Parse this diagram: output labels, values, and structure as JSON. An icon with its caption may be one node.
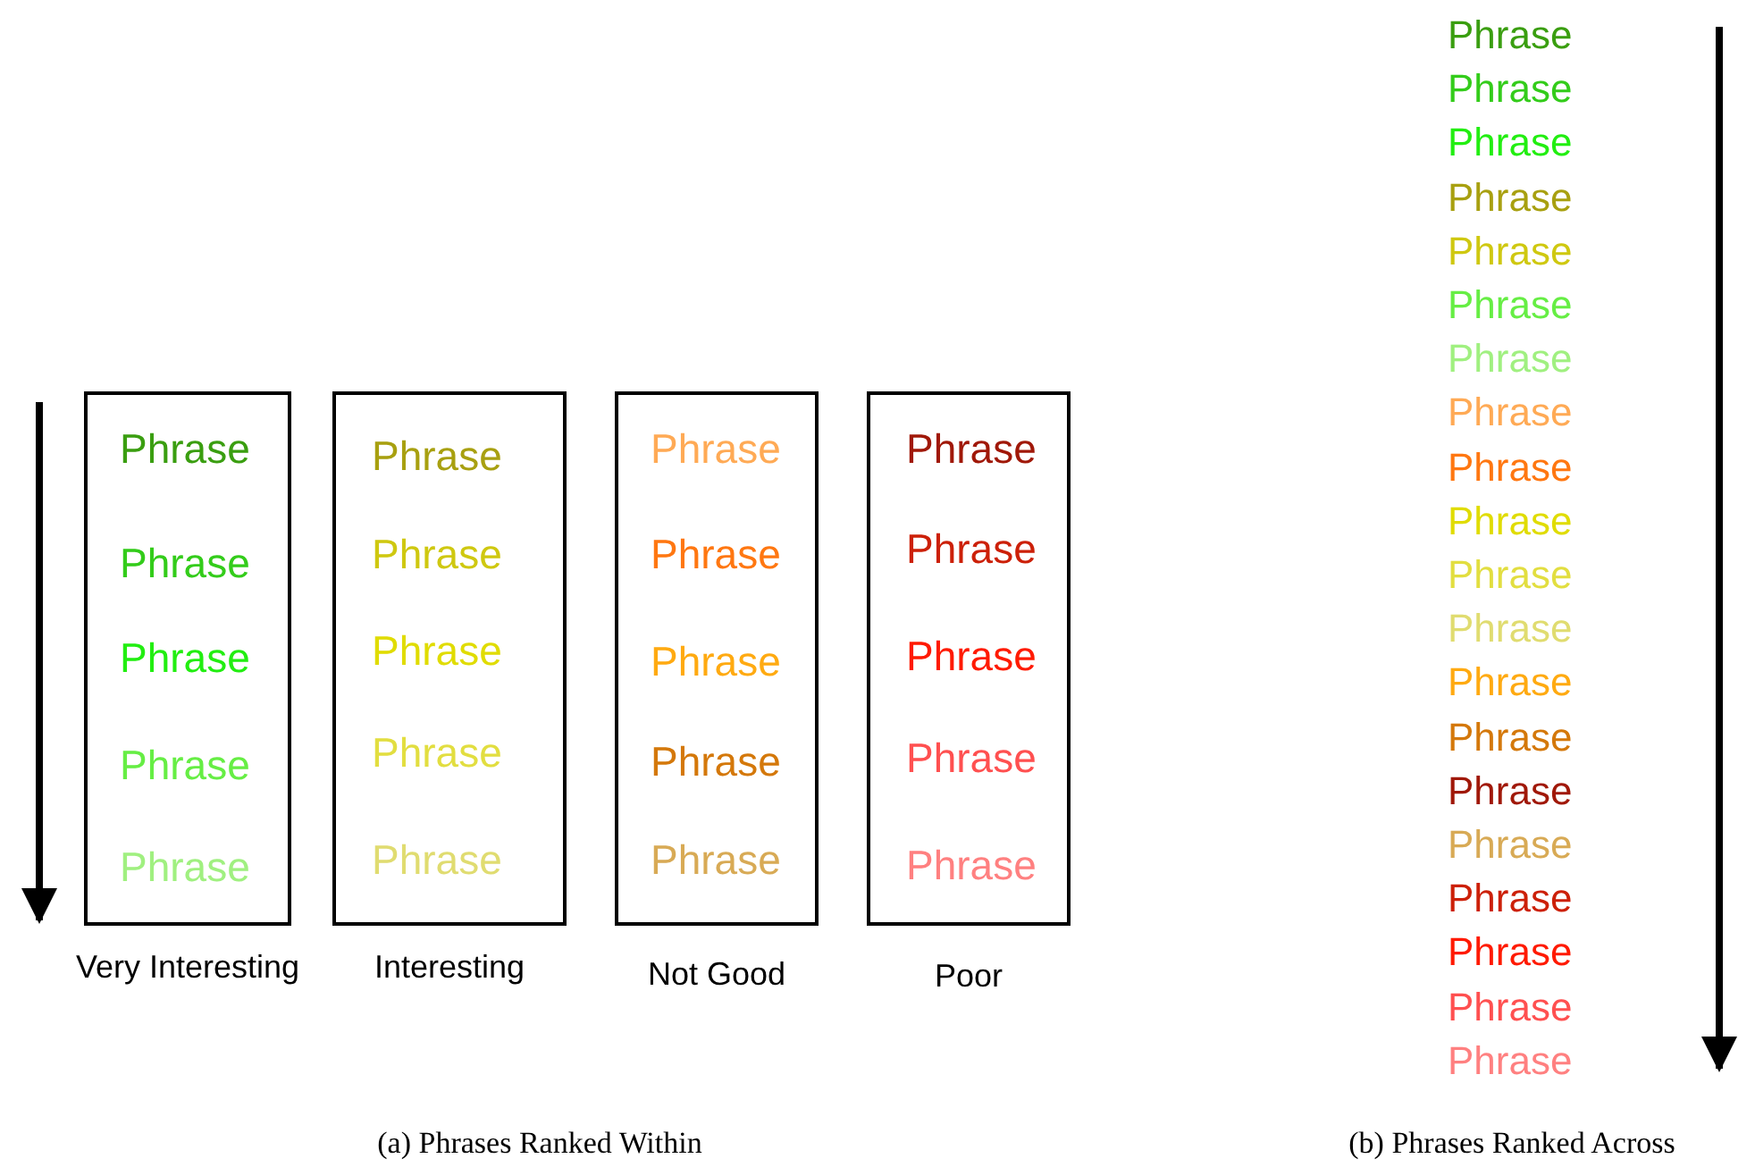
{
  "diagram": {
    "nodes": [
      {
        "text": [
          "Phrase",
          "Phrase",
          "Phrase",
          "Phrase",
          "Phrase",
          "Very Interesting"
        ]
      },
      {
        "text": [
          "Phrase",
          "Phrase",
          "Phrase",
          "Phrase",
          "Phrase",
          "Interesting"
        ]
      },
      {
        "text": [
          "Phrase",
          "Phrase",
          "Phrase",
          "Phrase",
          "Phrase",
          "Not Good"
        ]
      },
      {
        "text": [
          "Phrase",
          "Phrase",
          "Phrase",
          "Phrase",
          "Phrase",
          "Poor"
        ]
      }
    ],
    "labels": [
      "Phrase",
      "Phrase",
      "Phrase",
      "Phrase",
      "Phrase",
      "Phrase",
      "Phrase",
      "Phrase",
      "Phrase",
      "Phrase",
      "Phrase",
      "Phrase",
      "Phrase",
      "Phrase",
      "Phrase",
      "Phrase",
      "Phrase",
      "Phrase",
      "Phrase",
      "Phrase",
      "(a) Phrases Ranked Within",
      "(b) Phrases Ranked Across"
    ]
  }
}
